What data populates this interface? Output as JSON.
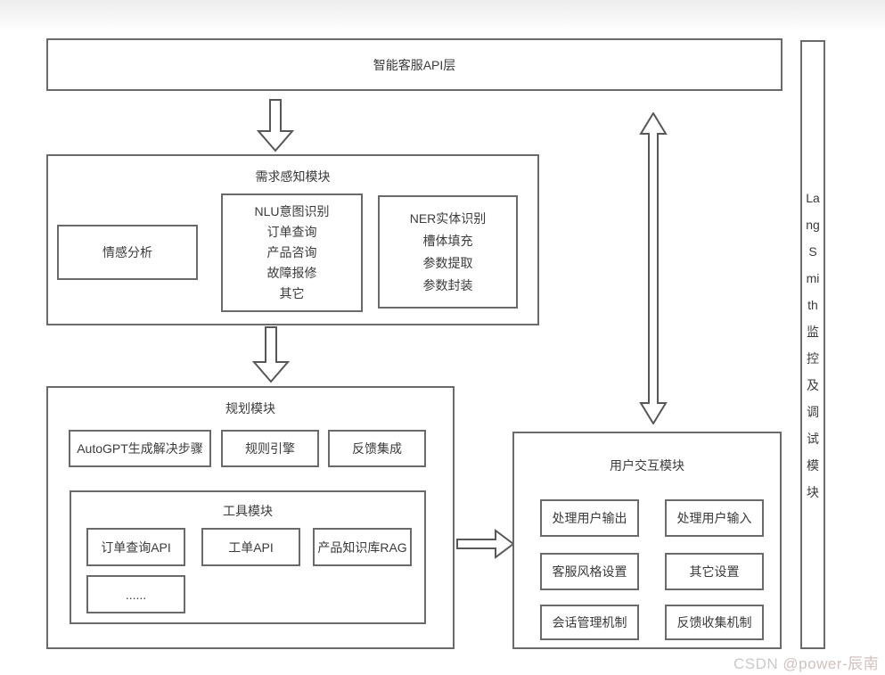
{
  "colors": {
    "border": "#6a6a6a",
    "text": "#3b3b3b",
    "arrow": "#575757",
    "watermark_brand": "#c9c9c9",
    "watermark_author": "#d4bfbf"
  },
  "diagram": {
    "api_layer": {
      "label": "智能客服API层"
    },
    "demand_module": {
      "title": "需求感知模块",
      "sentiment_label": "情感分析",
      "nlu": {
        "title": "NLU意图识别",
        "items": [
          "订单查询",
          "产品咨询",
          "故障报修",
          "其它"
        ]
      },
      "ner": {
        "title": "NER实体识别",
        "items": [
          "槽体填充",
          "参数提取",
          "参数封装"
        ]
      }
    },
    "planning_module": {
      "title": "规划模块",
      "strategy_items": [
        "AutoGPT生成解决步骤",
        "规则引擎",
        "反馈集成"
      ],
      "tools_module": {
        "title": "工具模块",
        "items": [
          "订单查询API",
          "工单API",
          "产品知识库RAG",
          "......"
        ]
      }
    },
    "interaction_module": {
      "title": "用户交互模块",
      "items": [
        "处理用户输出",
        "处理用户输入",
        "客服风格设置",
        "其它设置",
        "会话管理机制",
        "反馈收集机制"
      ]
    },
    "monitor_module": {
      "label": "LangSmith监控及调试模块",
      "lines": [
        "La",
        "ng",
        "S",
        "mi",
        "th",
        "监",
        "控",
        "及",
        "调",
        "试",
        "模",
        "块"
      ]
    }
  },
  "watermark": {
    "brand": "CSDN",
    "author": "@power-辰南"
  }
}
